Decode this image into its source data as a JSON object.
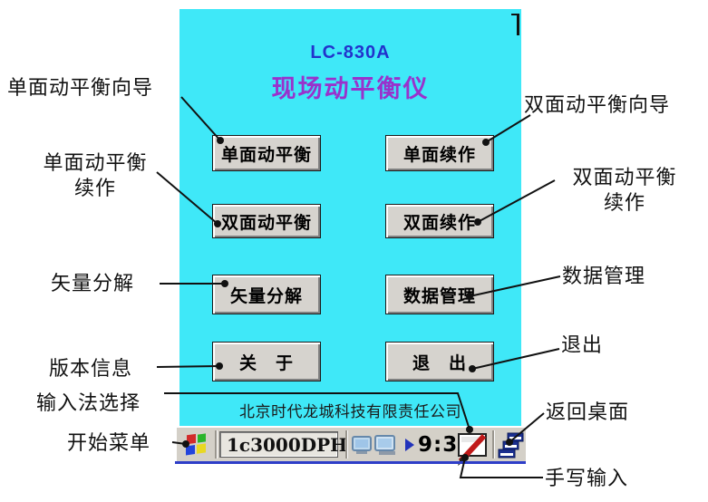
{
  "device_panel": {
    "title": "LC-830A",
    "subtitle": "现场动平衡仪",
    "company": "北京时代龙城科技有限责任公司",
    "buttons": {
      "single_balance": "单面动平衡",
      "single_continue": "单面续作",
      "double_balance": "双面动平衡",
      "double_continue": "双面续作",
      "vector_decompose": "矢量分解",
      "data_manage": "数据管理",
      "about": "关　于",
      "exit": "退　出"
    },
    "colors": {
      "panel_bg": "#3FE8F8",
      "title_blue": "#2233CC",
      "subtitle_purple": "#9932CC"
    }
  },
  "taskbar": {
    "app_label": "1c3000DPH",
    "time": "9:35",
    "icons": [
      "windows-start-logo-icon",
      "network-computers-icon",
      "play-triangle-icon",
      "handwriting-pen-icon",
      "desktop-windows-icon"
    ],
    "colors": {
      "bar_gray": "#D4D0C8",
      "bottom_line_blue": "#2E3EC8"
    }
  },
  "annotations": {
    "single_wizard": "单面动平衡向导",
    "double_wizard": "双面动平衡向导",
    "single_continue": "单面动平衡\n续作",
    "double_continue": "双面动平衡\n续作",
    "vector": "矢量分解",
    "data_manage": "数据管理",
    "version_info": "版本信息",
    "exit": "退出",
    "ime_select": "输入法选择",
    "return_desktop": "返回桌面",
    "start_menu": "开始菜单",
    "handwriting": "手写输入"
  }
}
